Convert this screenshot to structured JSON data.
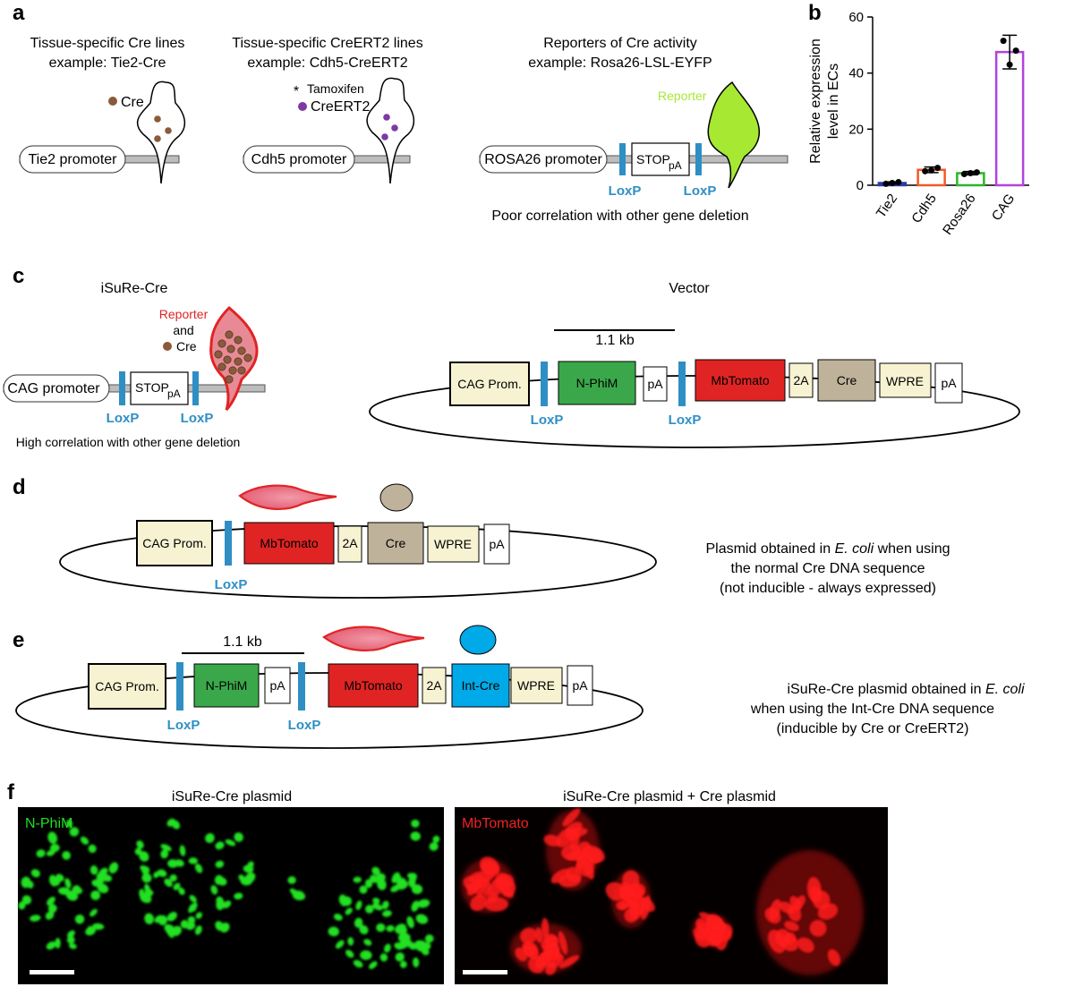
{
  "colors": {
    "loxp": "#2f8fc4",
    "cream": "#f7f3d2",
    "green": "#3aa84a",
    "tomato": "#e02424",
    "creBox": "#bfb29a",
    "intCre": "#00a9e8",
    "lime": "#a6e832",
    "purple": "#b341e0",
    "dot": "#8a5a3a",
    "violet": "#7c3aa3"
  },
  "panel_a": {
    "label": "a",
    "col1": {
      "title1": "Tissue-specific Cre lines",
      "title2": "example: Tie2-Cre",
      "cre": "Cre",
      "promoter": "Tie2 promoter"
    },
    "col2": {
      "title1": "Tissue-specific CreERT2 lines",
      "title2": "example: Cdh5-CreERT2",
      "tamoxifen": "Tamoxifen",
      "star": "*",
      "creert2": "CreERT2",
      "promoter": "Cdh5 promoter"
    },
    "col3": {
      "title1": "Reporters of Cre activity",
      "title2": "example: Rosa26-LSL-EYFP",
      "reporter": "Reporter",
      "promoter": "ROSA26 promoter",
      "stop": "STOP",
      "pa": "pA",
      "loxp1": "LoxP",
      "loxp2": "LoxP",
      "caption": "Poor correlation with other gene deletion"
    }
  },
  "panel_b": {
    "label": "b"
  },
  "chart_data": {
    "type": "bar",
    "categories": [
      "Tie2",
      "Cdh5",
      "Rosa26",
      "CAG"
    ],
    "values": [
      0.8,
      5.5,
      4.3,
      47.5
    ],
    "errors": [
      0.4,
      1.0,
      0.6,
      6.0
    ],
    "points": [
      [
        0.5,
        0.8,
        1.1
      ],
      [
        5.0,
        5.3,
        6.2
      ],
      [
        4.0,
        4.3,
        4.6
      ],
      [
        51.5,
        43.0,
        48.0
      ]
    ],
    "colors": [
      "#2b3aa8",
      "#f05a28",
      "#2bb52b",
      "#b341e0"
    ],
    "ylabel": "Relative expression level in ECs",
    "ylabel_lines": [
      "Relative expression",
      "level in ECs"
    ],
    "ylim": [
      0,
      60
    ],
    "yticks": [
      "0",
      "20",
      "40",
      "60"
    ]
  },
  "panel_c": {
    "label": "c",
    "title": "iSuRe-Cre",
    "reporter": "Reporter",
    "and": "and",
    "cre": "Cre",
    "promoter": "CAG promoter",
    "stop": "STOP",
    "pa": "pA",
    "loxp1": "LoxP",
    "loxp2": "LoxP",
    "caption": "High correlation with other gene deletion",
    "vector": {
      "title": "Vector",
      "kb": "1.1 kb",
      "cag": "CAG Prom.",
      "nphim": "N-PhiM",
      "pa1": "pA",
      "mbtomato": "MbTomato",
      "t2a": "2A",
      "cre": "Cre",
      "wpre": "WPRE",
      "pa2": "pA",
      "loxp1": "LoxP",
      "loxp2": "LoxP"
    }
  },
  "panel_d": {
    "label": "d",
    "cag": "CAG Prom.",
    "mbtomato": "MbTomato",
    "t2a": "2A",
    "cre": "Cre",
    "wpre": "WPRE",
    "pa": "pA",
    "loxp": "LoxP",
    "desc1": "Plasmid obtained in ",
    "desc1_em": "E. coli",
    "desc1_end": " when using",
    "desc2": "the normal Cre DNA sequence",
    "desc3": "(not inducible - always expressed)"
  },
  "panel_e": {
    "label": "e",
    "kb": "1.1 kb",
    "cag": "CAG Prom.",
    "nphim": "N-PhiM",
    "pa1": "pA",
    "mbtomato": "MbTomato",
    "t2a": "2A",
    "intcre": "Int-Cre",
    "wpre": "WPRE",
    "pa2": "pA",
    "loxp1": "LoxP",
    "loxp2": "LoxP",
    "desc1": "iSuRe-Cre plasmid obtained in ",
    "desc1_em": "E. coli",
    "desc2": "when using the Int-Cre DNA sequence",
    "desc3": "(inducible by Cre or CreERT2)"
  },
  "panel_f": {
    "label": "f",
    "title_left": "iSuRe-Cre plasmid",
    "title_right": "iSuRe-Cre plasmid + Cre plasmid",
    "channel_left": "N-PhiM",
    "channel_right": "MbTomato"
  }
}
